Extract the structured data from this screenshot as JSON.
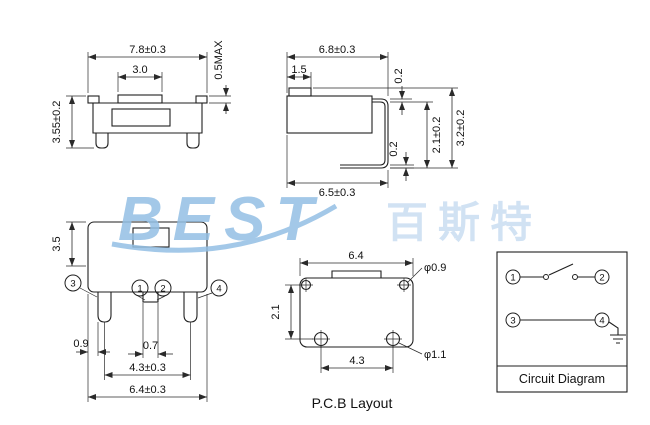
{
  "watermark": {
    "logo": "BEST",
    "chinese": "百斯特"
  },
  "pins": {
    "p1": "1",
    "p2": "2",
    "p3": "3",
    "p4": "4"
  },
  "front_view": {
    "dim_overall_width": "7.8±0.3",
    "dim_button_width": "3.0",
    "dim_stem_height": "0.5MAX",
    "dim_body_height": "3.55±0.2"
  },
  "side_view": {
    "dim_overall_width": "6.8±0.3",
    "dim_button_width": "1.5",
    "dim_lead_thickness_top": "0.2",
    "dim_lead_thickness_bottom": "0.2",
    "dim_base_width": "6.5±0.3",
    "dim_body_height": "2.1±0.2",
    "dim_total_height": "3.2±0.2"
  },
  "bottom_view": {
    "dim_body_depth": "3.5",
    "dim_pin_edge_offset": "0.9",
    "dim_pin_width": "0.7",
    "dim_pin_spacing": "4.3±0.3",
    "dim_overall_width": "6.4±0.3"
  },
  "pcb_layout": {
    "caption": "P.C.B Layout",
    "dim_width": "6.4",
    "dim_hole_row_spacing": "2.1",
    "dim_hole_spacing": "4.3",
    "dim_hole_small": "φ0.9",
    "dim_hole_large": "φ1.1"
  },
  "circuit": {
    "caption": "Circuit Diagram"
  }
}
